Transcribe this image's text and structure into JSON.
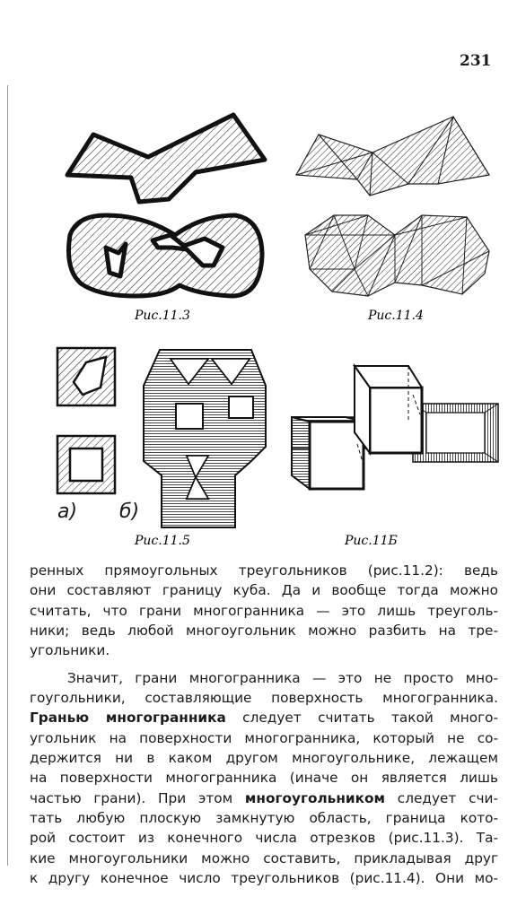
{
  "page_number": "231",
  "captions": {
    "fig_11_3": "Рис.11.3",
    "fig_11_4": "Рис.11.4",
    "fig_11_5": "Рис.11.5",
    "fig_11_6": "Рис.11Б"
  },
  "sublabels": {
    "a": "а)",
    "b": "б)"
  },
  "paragraph1": [
    "ренных прямоугольных треугольников (рис.11.2): ведь",
    "они составляют границу куба. Да и вообще тогда можно",
    "считать, что грани многогранника — это лишь треуголь-",
    "ники; ведь любой многоугольник можно разбить на тре-",
    "угольники."
  ],
  "paragraph2": {
    "l1": "Значит, грани многогранника — это не просто мно-",
    "l2": "гоугольники, составляющие поверхность многогранника.",
    "l3_bold": "Гранью многогранника",
    "l3_rest": " следует считать такой много-",
    "l4": "угольник на поверхности многогранника, который не со-",
    "l5": "держится ни в каком другом многоугольнике, лежащем",
    "l6": "на поверхности многогранника (иначе он является лишь",
    "l7_pre": "частью грани). При этом ",
    "l7_bold": "многоугольником",
    "l7_rest": " следует счи-",
    "l8": "тать любую плоскую замкнутую область, граница кото-",
    "l9": "рой состоит из конечного числа отрезков (рис.11.3). Та-",
    "l10": "кие многоугольники можно составить, прикладывая друг",
    "l11": "к другу конечное число треугольников (рис.11.4). Они мо-"
  }
}
